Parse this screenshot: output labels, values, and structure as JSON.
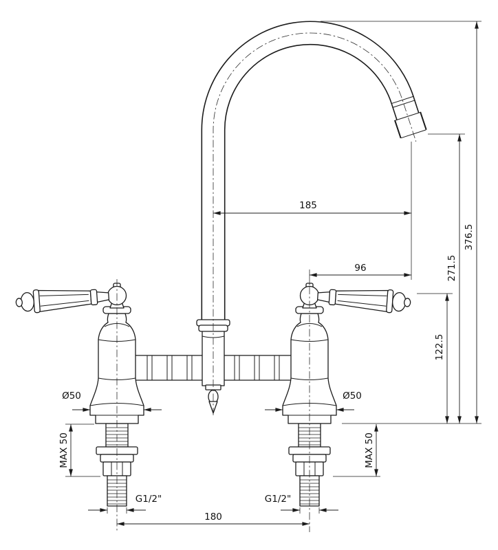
{
  "drawing": {
    "background": "#ffffff",
    "line_color": "#1b1b1b",
    "subject": "Two-handle bridge mixer tap with swan-neck spout, dimensioned front elevation"
  },
  "dimensions": {
    "spout_reach": {
      "label": "185"
    },
    "outlet_to_handle_offset": {
      "label": "96"
    },
    "total_height": {
      "label": "376.5"
    },
    "spout_outlet_height": {
      "label": "271.5"
    },
    "handle_height": {
      "label": "122.5"
    },
    "base_diameter_left": {
      "label": "Ø50"
    },
    "base_diameter_right": {
      "label": "Ø50"
    },
    "max_deck_thickness_left": {
      "label": "MAX 50"
    },
    "max_deck_thickness_right": {
      "label": "MAX 50"
    },
    "inlet_thread_left": {
      "label": "G1/2\""
    },
    "inlet_thread_right": {
      "label": "G1/2\""
    },
    "inlet_spread": {
      "label": "180"
    }
  }
}
